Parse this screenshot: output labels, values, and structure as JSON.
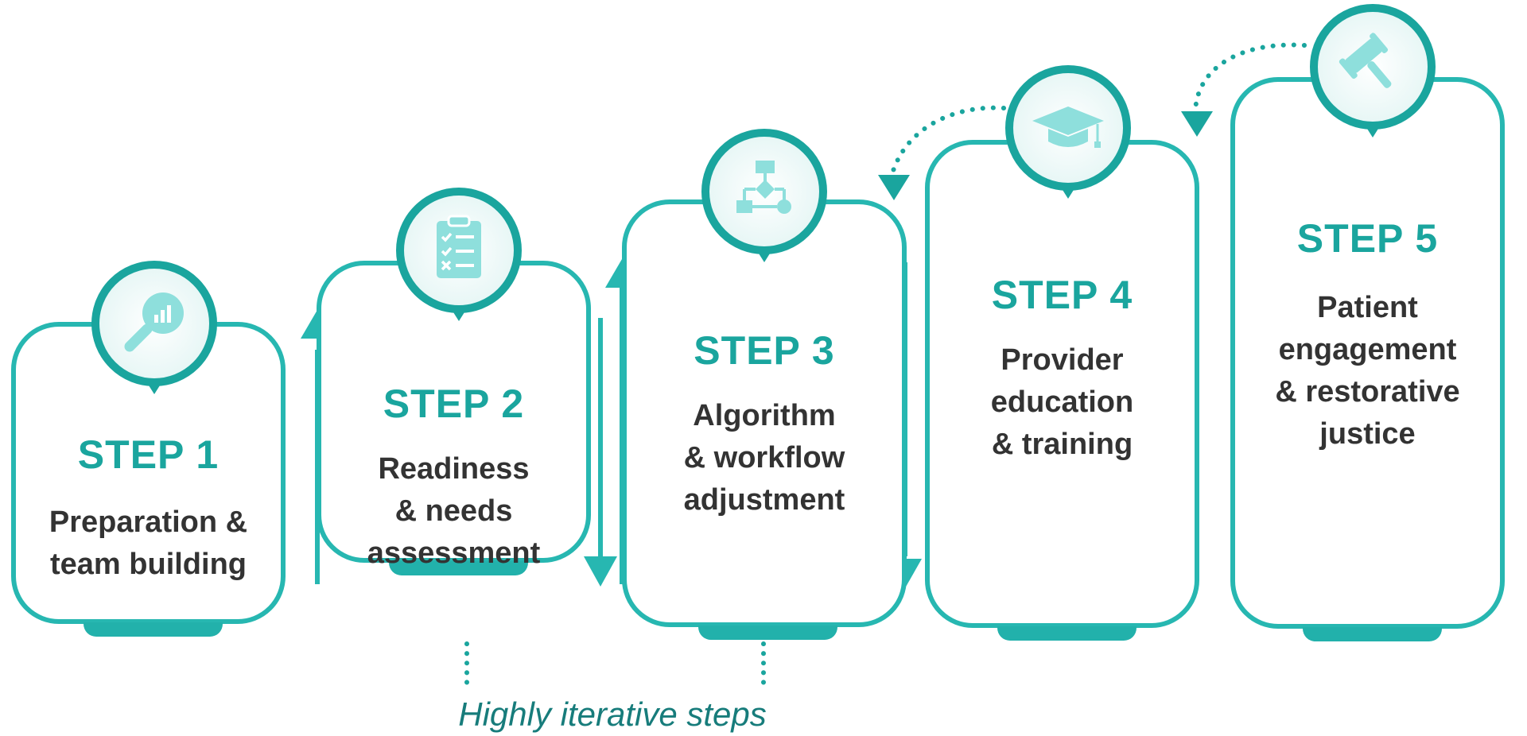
{
  "colors": {
    "primary": "#27b7b1",
    "title": "#1aa59e",
    "text": "#333333",
    "footnote": "#177c7b",
    "icon": "#8edfdc"
  },
  "steps": [
    {
      "title": "STEP 1",
      "description": [
        "Preparation &",
        "team building"
      ],
      "icon": "magnifier-chart-icon"
    },
    {
      "title": "STEP 2",
      "description": [
        "Readiness",
        "& needs",
        "assessment"
      ],
      "icon": "clipboard-checklist-icon"
    },
    {
      "title": "STEP 3",
      "description": [
        "Algorithm",
        "& workflow",
        "adjustment"
      ],
      "icon": "flowchart-icon"
    },
    {
      "title": "STEP 4",
      "description": [
        "Provider",
        "education",
        "& training"
      ],
      "icon": "graduation-cap-icon"
    },
    {
      "title": "STEP 5",
      "description": [
        "Patient",
        "engagement",
        "& restorative",
        "justice"
      ],
      "icon": "gavel-icon"
    }
  ],
  "footnote": "Highly iterative steps"
}
